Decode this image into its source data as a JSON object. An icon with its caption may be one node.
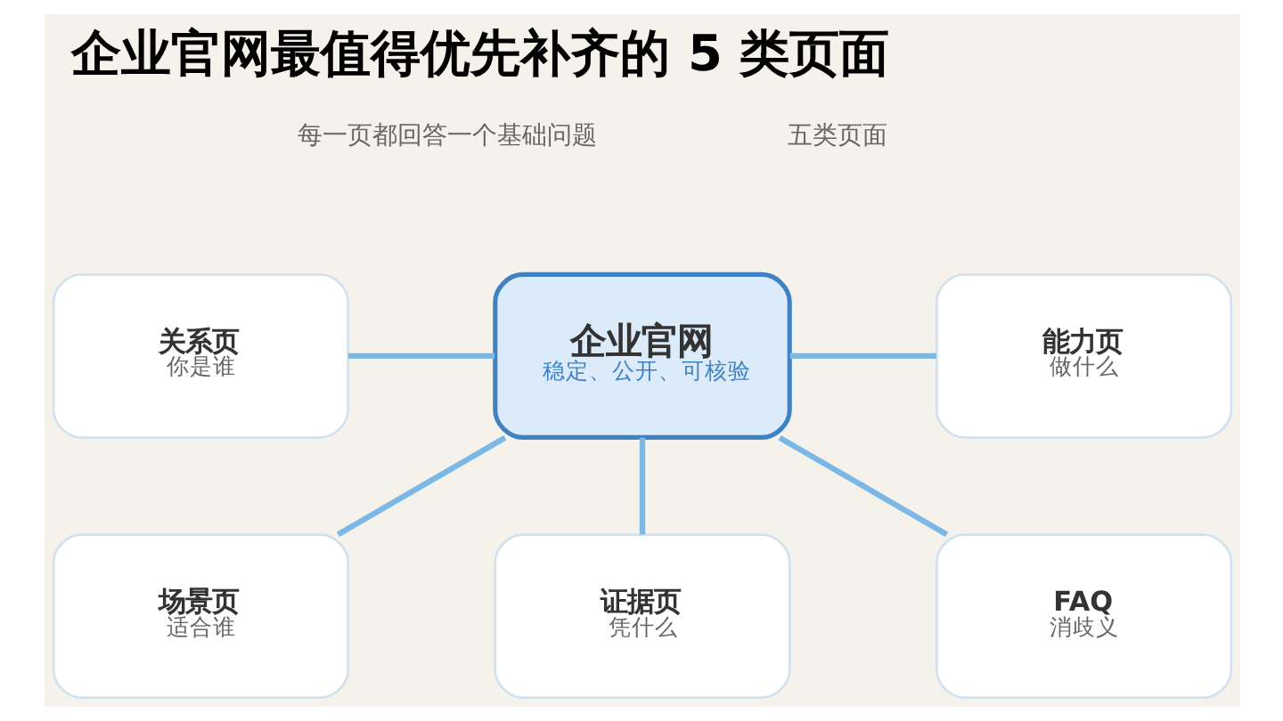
{
  "diagram": {
    "title": "企业官网最值得优先补齐的 5 类页面",
    "nodes": [
      {
        "text": [
          "企业官网",
          "稳定、公开、可核验"
        ]
      },
      {
        "text": [
          "关系页",
          "你是谁"
        ]
      },
      {
        "text": [
          "能力页",
          "做什么"
        ]
      },
      {
        "text": [
          "场景页",
          "适合谁"
        ]
      },
      {
        "text": [
          "证据页",
          "凭什么"
        ]
      },
      {
        "text": [
          "FAQ",
          "消歧义"
        ]
      }
    ],
    "edges": [
      {
        "from": 0,
        "to": 1,
        "arrow": "none"
      },
      {
        "from": 0,
        "to": 2,
        "arrow": "none"
      },
      {
        "from": 0,
        "to": 3,
        "arrow": "none"
      },
      {
        "from": 0,
        "to": 4,
        "arrow": "none"
      },
      {
        "from": 0,
        "to": 5,
        "arrow": "none"
      }
    ],
    "labels": [
      "每一页都回答一个基础问题",
      "五类页面"
    ]
  }
}
